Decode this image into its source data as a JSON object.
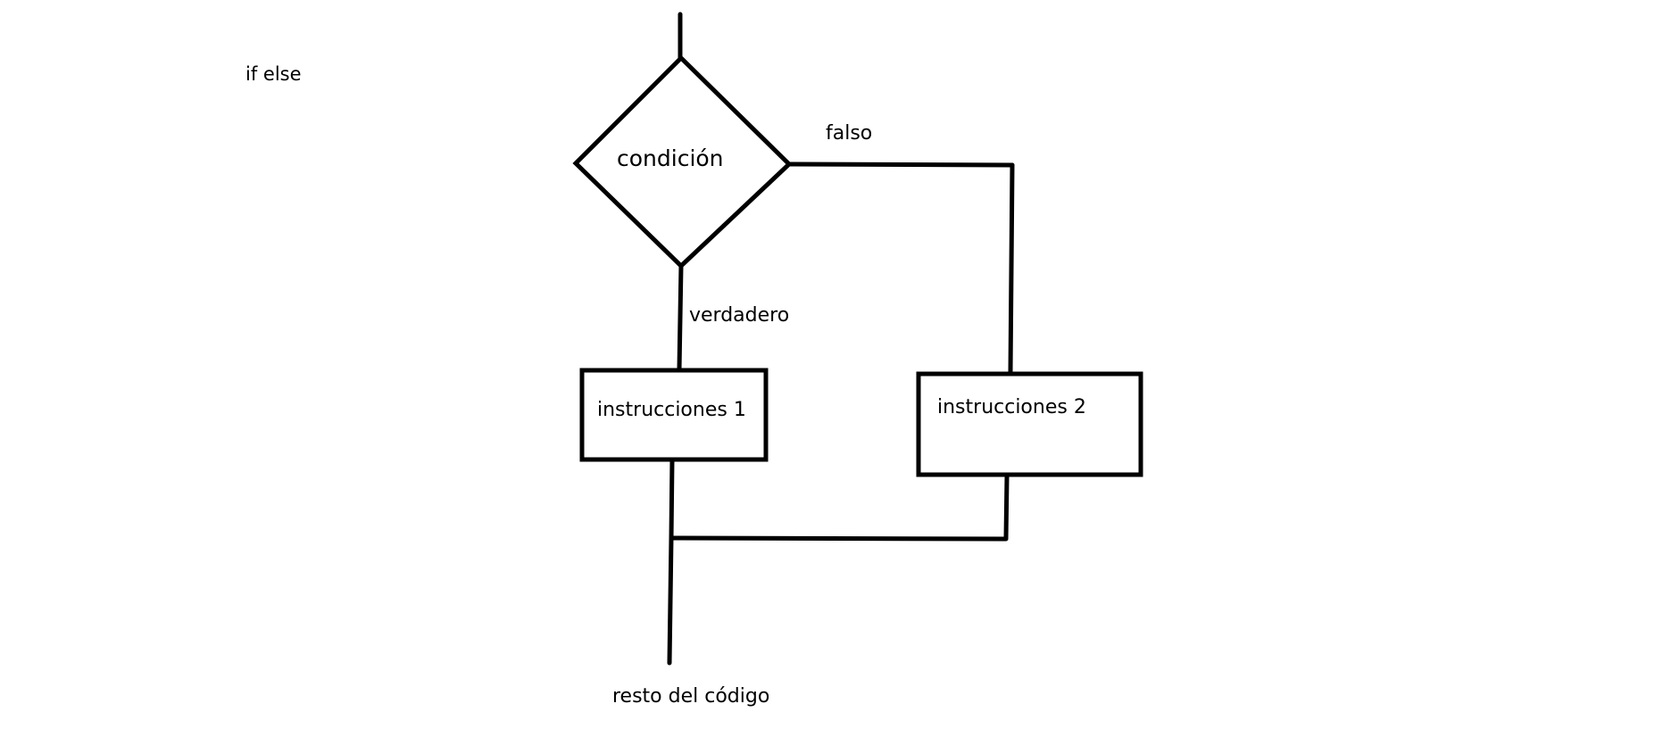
{
  "title": "if else",
  "nodes": {
    "decision": "condición",
    "block1": "instrucciones 1",
    "block2": "instrucciones 2",
    "end": "resto del código"
  },
  "edges": {
    "false_label": "falso",
    "true_label": "verdadero"
  },
  "colors": {
    "stroke": "#000000",
    "background": "#ffffff"
  }
}
